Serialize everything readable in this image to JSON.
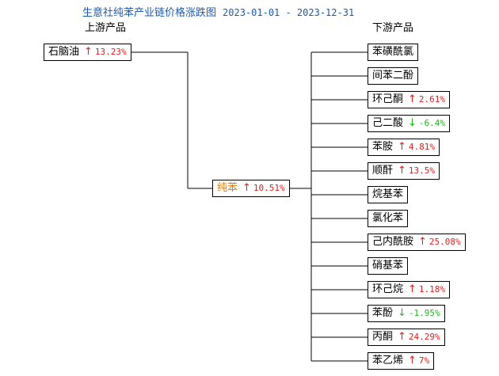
{
  "title": {
    "text": "生意社纯苯产业链价格涨跌图",
    "date_range": "2023-01-01 - 2023-12-31"
  },
  "headers": {
    "upstream": "上游产品",
    "downstream": "下游产品"
  },
  "upstream": [
    {
      "name": "石脑油",
      "arrow": "↑",
      "change": "13.23%",
      "direction": "up"
    }
  ],
  "center": {
    "name": "纯苯",
    "arrow": "↑",
    "change": "10.51%",
    "direction": "up"
  },
  "downstream": [
    {
      "name": "苯磺酰氯",
      "arrow": "",
      "change": "",
      "direction": "none"
    },
    {
      "name": "间苯二酚",
      "arrow": "",
      "change": "",
      "direction": "none"
    },
    {
      "name": "环己酮",
      "arrow": "↑",
      "change": "2.61%",
      "direction": "up"
    },
    {
      "name": "己二酸",
      "arrow": "↓",
      "change": "-6.4%",
      "direction": "down"
    },
    {
      "name": "苯胺",
      "arrow": "↑",
      "change": "4.81%",
      "direction": "up"
    },
    {
      "name": "顺酐",
      "arrow": "↑",
      "change": "13.5%",
      "direction": "up"
    },
    {
      "name": "烷基苯",
      "arrow": "",
      "change": "",
      "direction": "none"
    },
    {
      "name": "氯化苯",
      "arrow": "",
      "change": "",
      "direction": "none"
    },
    {
      "name": "己内酰胺",
      "arrow": "↑",
      "change": "25.08%",
      "direction": "up"
    },
    {
      "name": "硝基苯",
      "arrow": "",
      "change": "",
      "direction": "none"
    },
    {
      "name": "环己烷",
      "arrow": "↑",
      "change": "1.18%",
      "direction": "up"
    },
    {
      "name": "苯酚",
      "arrow": "↓",
      "change": "-1.95%",
      "direction": "down"
    },
    {
      "name": "丙酮",
      "arrow": "↑",
      "change": "24.29%",
      "direction": "up"
    },
    {
      "name": "苯乙烯",
      "arrow": "↑",
      "change": "7%",
      "direction": "up"
    }
  ],
  "colors": {
    "title": "#1e5aa8",
    "up": "#e02020",
    "down": "#22b422",
    "center_name": "#e07a00"
  }
}
